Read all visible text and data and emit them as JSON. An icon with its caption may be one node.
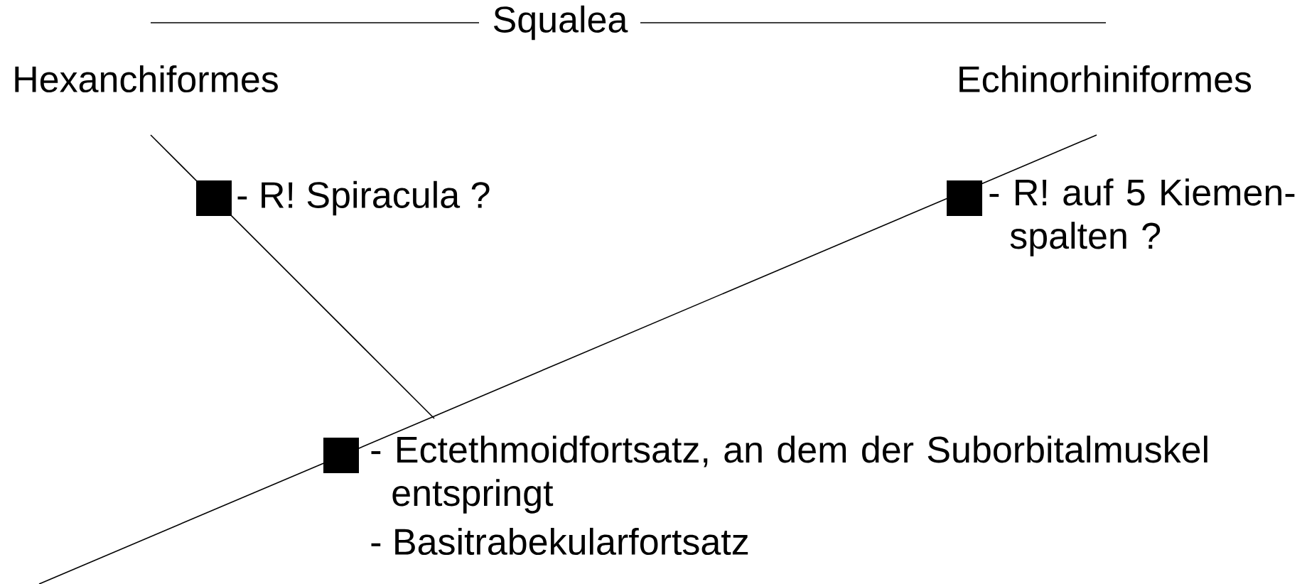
{
  "diagram": {
    "title": "Squalea",
    "nodes": [
      {
        "text": [
          "Hexanchiformes"
        ]
      },
      {
        "text": [
          "Echinorhiniformes"
        ]
      }
    ],
    "edges": [
      {
        "from": null,
        "to": 0,
        "arrow": "none"
      },
      {
        "from": null,
        "to": 1,
        "arrow": "none"
      }
    ],
    "labels": [
      "- R! Spiracula ?",
      "- R! auf 5 Kiemen- spalten ?",
      "- Ectethmoidfortsatz, an dem der Suborbitalmuskel entspringt",
      "- Basitrabekularfortsatz"
    ]
  }
}
